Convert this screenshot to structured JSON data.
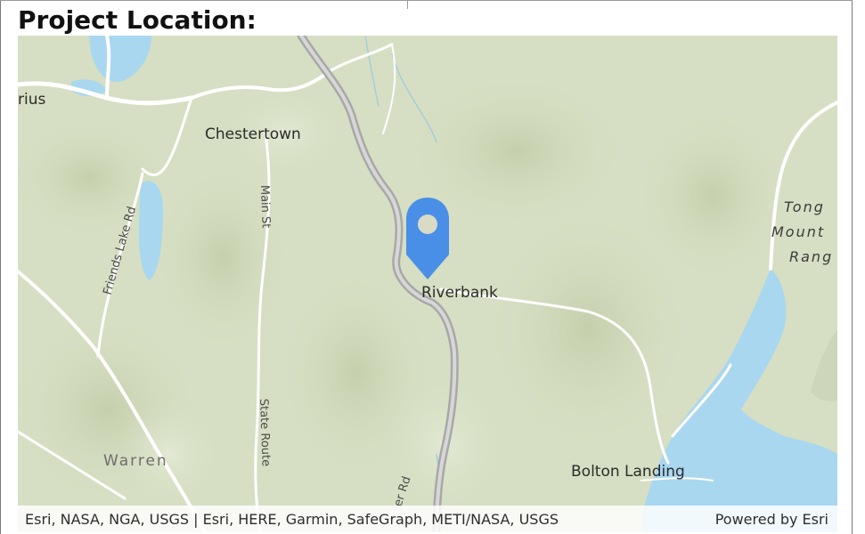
{
  "page": {
    "heading": "Project Location:"
  },
  "map": {
    "labels": {
      "rius": "rius",
      "chestertown": "Chestertown",
      "friends_lake_rd": "Friends Lake Rd",
      "main_st": "Main St",
      "riverbank": "Riverbank",
      "state_route": "State Route",
      "warren": "Warren",
      "river_rd": "er Rd",
      "bolton_landing": "Bolton Landing",
      "tong": "Tong",
      "mount": "Mount",
      "rang": "Rang"
    },
    "marker": {
      "icon": "map-pin-icon",
      "color": "#4a8fe7"
    },
    "colors": {
      "land": "#d6dfc3",
      "water": "#a9d7ef",
      "road": "#ffffff",
      "highway": "#b9b9b9"
    }
  },
  "attribution": {
    "credits": "Esri, NASA, NGA, USGS | Esri, HERE, Garmin, SafeGraph, METI/NASA, USGS",
    "powered_by": "Powered by Esri"
  }
}
